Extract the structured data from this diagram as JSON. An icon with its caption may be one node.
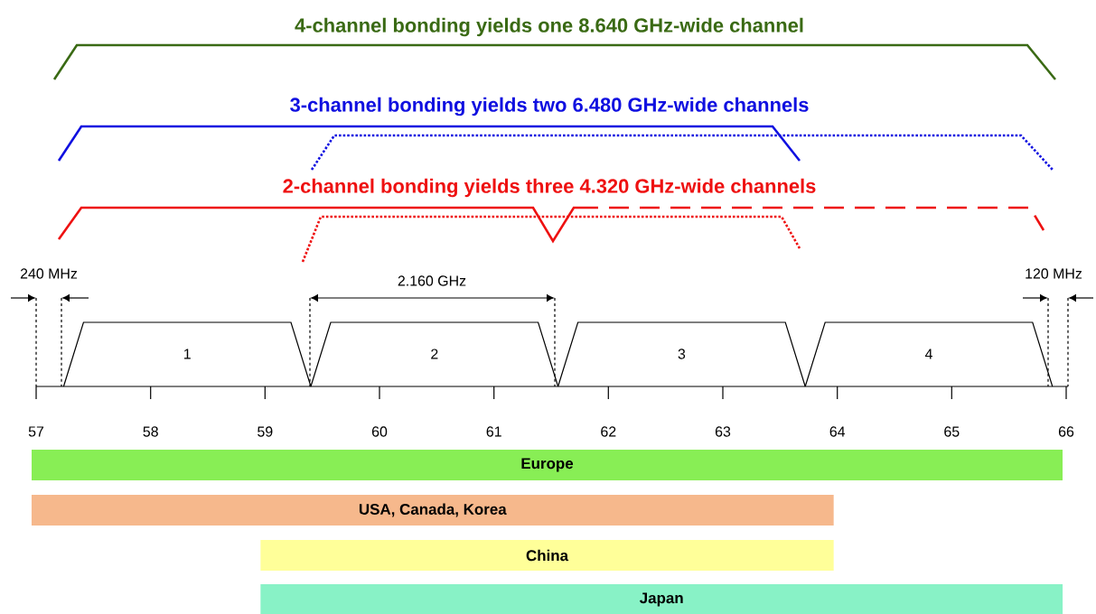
{
  "diagram": {
    "nodes": [
      {
        "text": [
          "1"
        ]
      },
      {
        "text": [
          "2"
        ]
      },
      {
        "text": [
          "3"
        ]
      },
      {
        "text": [
          "4"
        ]
      },
      {
        "text": [
          "Europe"
        ]
      },
      {
        "text": [
          "USA, Canada, Korea"
        ]
      },
      {
        "text": [
          "China"
        ]
      },
      {
        "text": [
          "Japan"
        ]
      }
    ],
    "labels": [
      "4-channel bonding yields one 8.640 GHz-wide channel",
      "3-channel bonding yields two 6.480 GHz-wide channels",
      "2-channel bonding yields three 4.320 GHz-wide channels",
      "240 MHz",
      "2.160 GHz",
      "120 MHz",
      "57",
      "58",
      "59",
      "60",
      "61",
      "62",
      "63",
      "64",
      "65",
      "66"
    ]
  }
}
